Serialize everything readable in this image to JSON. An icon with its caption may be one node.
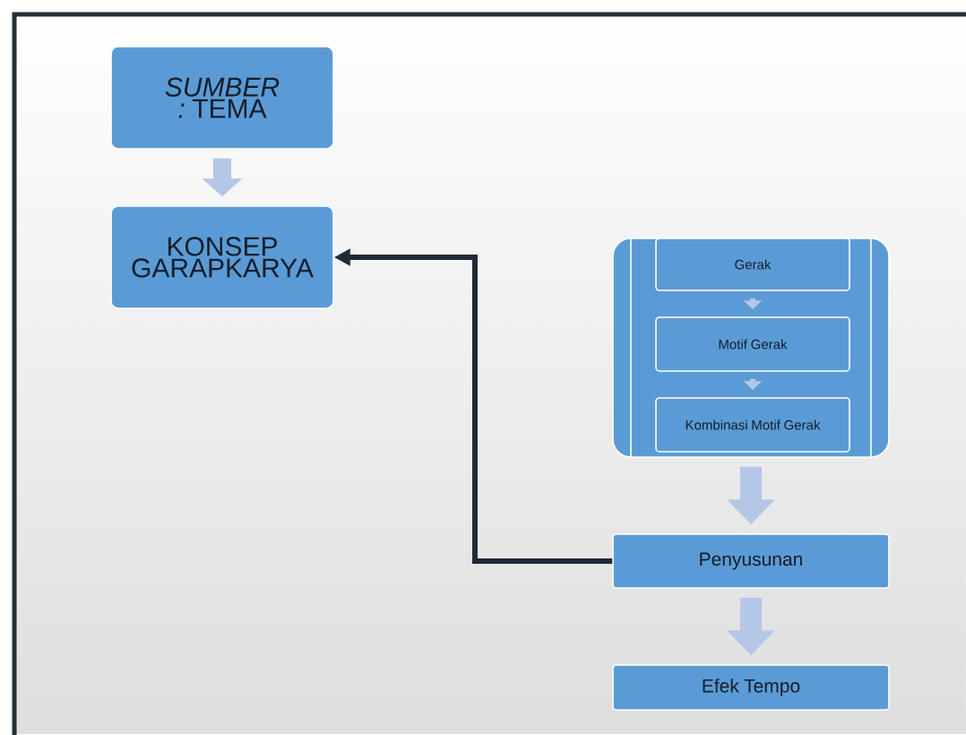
{
  "diagram": {
    "nodes": [
      {
        "text": [
          "*SUMBER :* TEMA"
        ]
      },
      {
        "text": [
          "KONSEP GARAPKARYA"
        ]
      },
      {
        "text": [],
        "shape": "box"
      },
      {
        "text": [
          "Gerak"
        ],
        "in": 2
      },
      {
        "text": [
          "Motif Gerak"
        ],
        "in": 2
      },
      {
        "text": [
          "Kombinasi Motif Gerak"
        ],
        "in": 2
      },
      {
        "text": [
          "Penyusunan"
        ]
      },
      {
        "text": [
          "Efek Tempo"
        ]
      }
    ],
    "edges": [
      {
        "from": 0,
        "to": 1,
        "arrow": "to",
        "style": "thick"
      },
      {
        "from": 3,
        "to": 4,
        "arrow": "to"
      },
      {
        "from": 4,
        "to": 5,
        "arrow": "to"
      },
      {
        "from": 2,
        "to": 6,
        "arrow": "to",
        "style": "thick"
      },
      {
        "from": 6,
        "to": 7,
        "arrow": "to",
        "style": "thick"
      },
      {
        "from": 6,
        "to": 1,
        "arrow": "to",
        "color": "#1f2a38"
      }
    ]
  }
}
